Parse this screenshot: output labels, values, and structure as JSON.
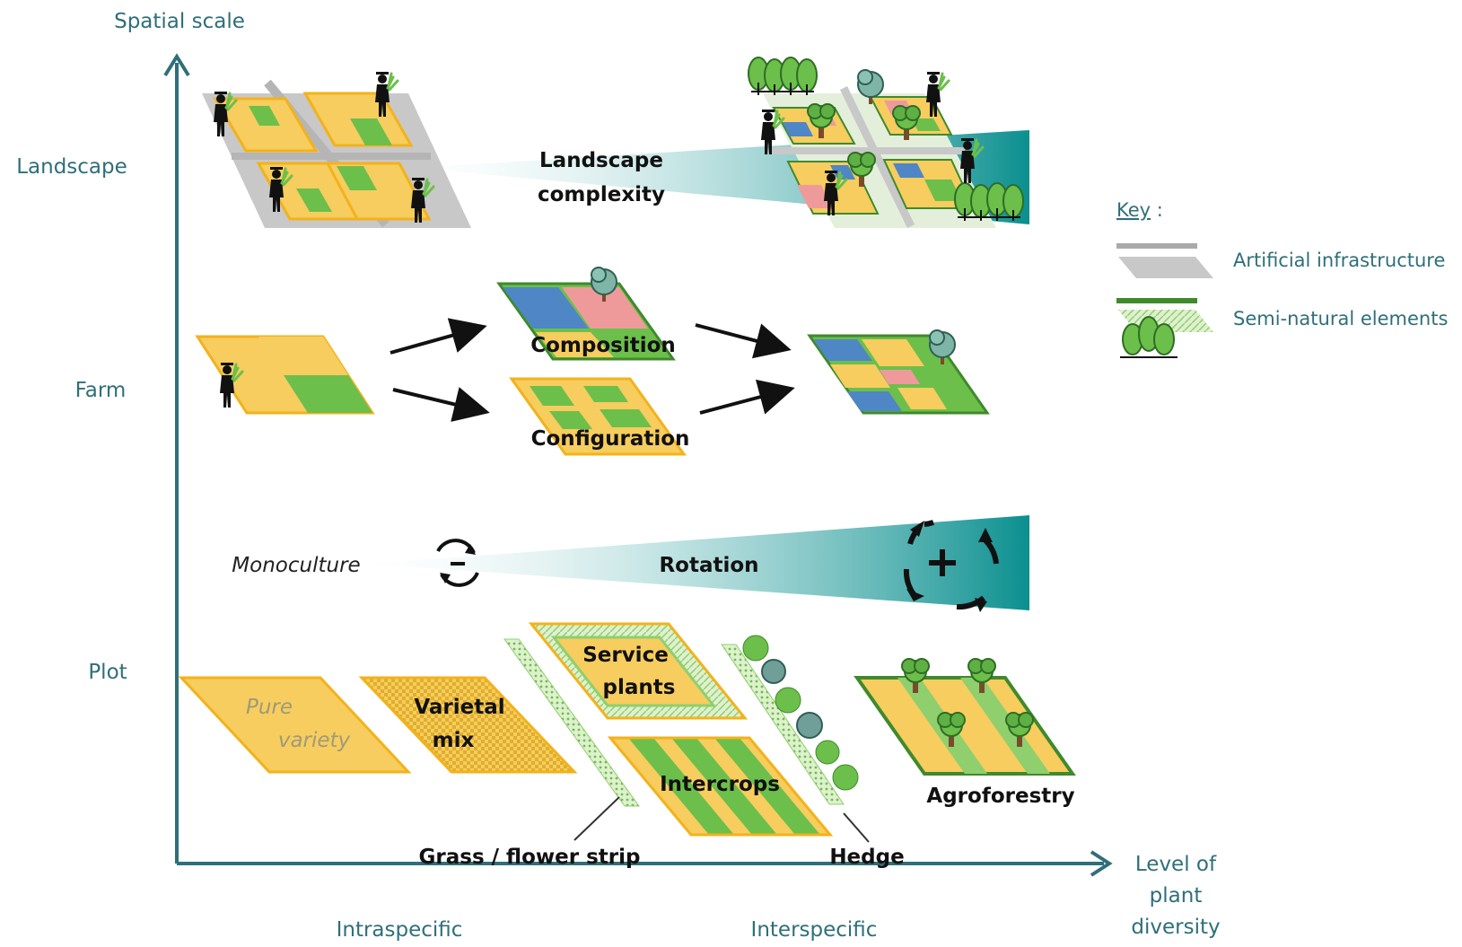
{
  "axes": {
    "y_title": "Spatial scale",
    "x_title_lines": [
      "Level of",
      "plant",
      "diversity"
    ],
    "y_levels": [
      "Landscape",
      "Farm",
      "Plot"
    ],
    "x_levels": [
      "Intraspecific",
      "Interspecific"
    ]
  },
  "landscape": {
    "label_lines": [
      "Landscape",
      "complexity"
    ]
  },
  "farm": {
    "composition": "Composition",
    "configuration": "Configuration"
  },
  "plot": {
    "monoculture": "Monoculture",
    "rotation": "Rotation",
    "pure_variety_lines": [
      "Pure",
      "variety"
    ],
    "varietal_mix_lines": [
      "Varietal",
      "mix"
    ],
    "service_plants_lines": [
      "Service",
      "plants"
    ],
    "intercrops": "Intercrops",
    "agroforestry": "Agroforestry",
    "grass_strip": "Grass / flower strip",
    "hedge": "Hedge"
  },
  "key": {
    "title": "Key",
    "title_suffix": " :",
    "items": [
      "Artificial infrastructure",
      "Semi-natural elements"
    ]
  },
  "colors": {
    "axis": "#2f6f7a",
    "crop_yellow": "#f6cd5e",
    "crop_border": "#f3b21b",
    "crop_green": "#6cbf4a",
    "semi_natural_green": "#3f8a2c",
    "plot_red": "#ef9a9a",
    "plot_blue": "#4f86c6",
    "infrastructure_grey": "#c8c8c8",
    "gradient_teal": "#0b8f8f"
  }
}
